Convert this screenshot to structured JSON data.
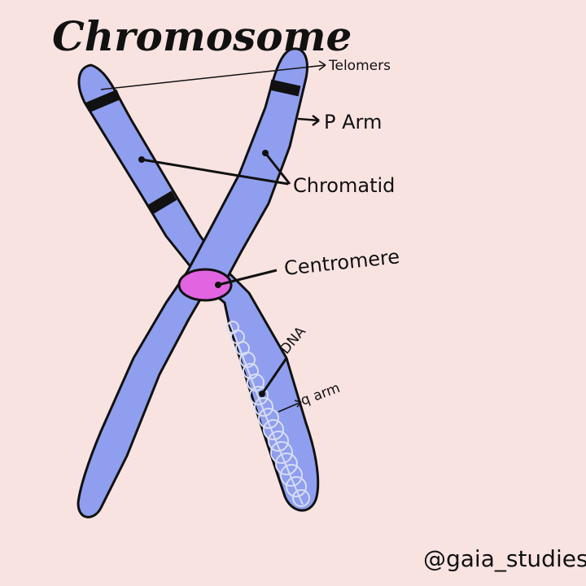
{
  "diagram": {
    "title": "Chromosome",
    "labels": {
      "telomers": "Telomers",
      "p_arm": "P Arm",
      "chromatid": "Chromatid",
      "centromere": "Centromere",
      "dna": "DNA",
      "q_arm": "q arm"
    },
    "credit": "@gaia_studies"
  },
  "colors": {
    "background": "#f9e3e1",
    "chromatid_fill": "#8f9eef",
    "centromere_fill": "#e264e0",
    "band": "#111111",
    "dna_coil": "#d7dcf3"
  }
}
